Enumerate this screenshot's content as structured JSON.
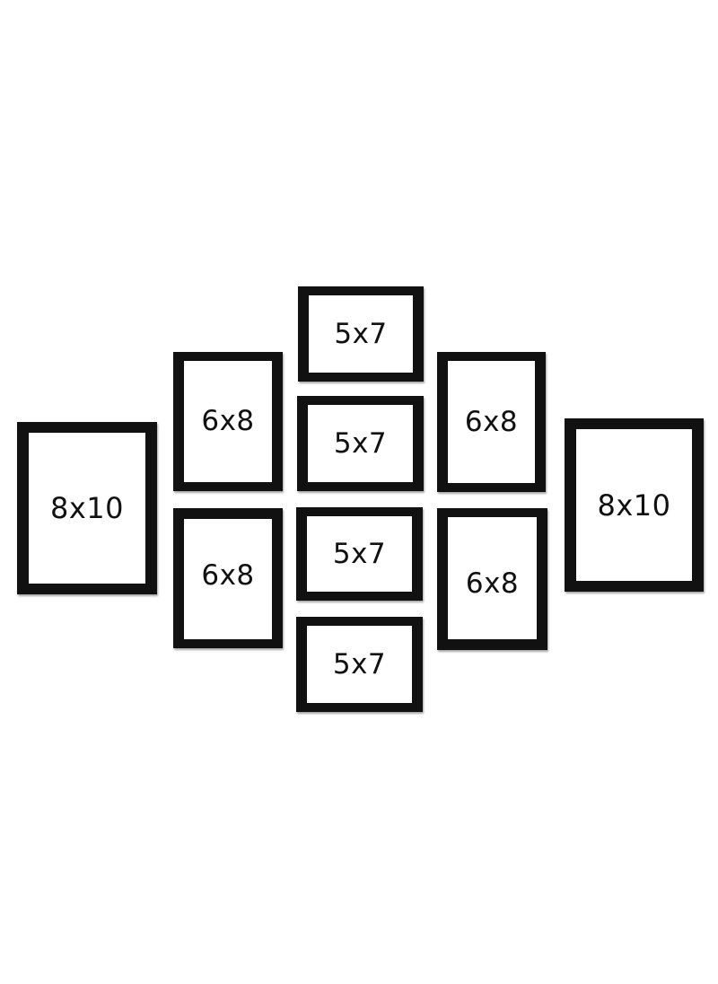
{
  "frame_set": {
    "frame_color": "#111111",
    "background_color": "#ffffff",
    "frames": [
      {
        "label": "8x10"
      },
      {
        "label": "6x8"
      },
      {
        "label": "6x8"
      },
      {
        "label": "5x7"
      },
      {
        "label": "5x7"
      },
      {
        "label": "5x7"
      },
      {
        "label": "5x7"
      },
      {
        "label": "6x8"
      },
      {
        "label": "6x8"
      },
      {
        "label": "8x10"
      }
    ]
  }
}
